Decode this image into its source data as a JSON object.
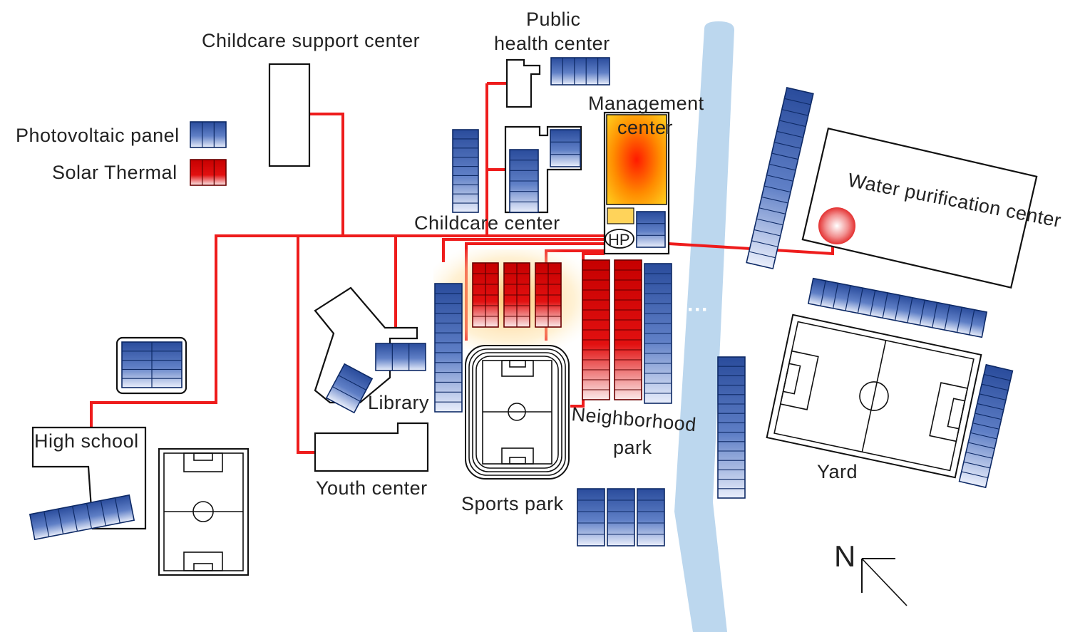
{
  "legend": {
    "pv_label": "Photovoltaic  panel",
    "st_label": "Solar  Thermal"
  },
  "labels": {
    "childcare_support": "Childcare  support  center",
    "public_health_1": "Public",
    "public_health_2": "health  center",
    "management_1": "Management",
    "management_2": "center",
    "hp": "HP",
    "childcare_center": "Childcare  center",
    "water_purification": "Water  purification  center",
    "library": "Library",
    "high_school": "High  school",
    "youth_center": "Youth  center",
    "sports_park": "Sports  park",
    "neighborhood_1": "Neighborhood",
    "neighborhood_2": "park",
    "yard": "Yard",
    "north": "N",
    "river_mark": "···"
  },
  "colors": {
    "pipe": "#ee1c1c",
    "pv_panel": "#2d4fa0",
    "pv_panel_light": "#e8eefb",
    "solar_thermal": "#d10000",
    "river": "#bcd7ee",
    "heat_hot": "#ff1a00",
    "heat_warm": "#ffd21f"
  }
}
